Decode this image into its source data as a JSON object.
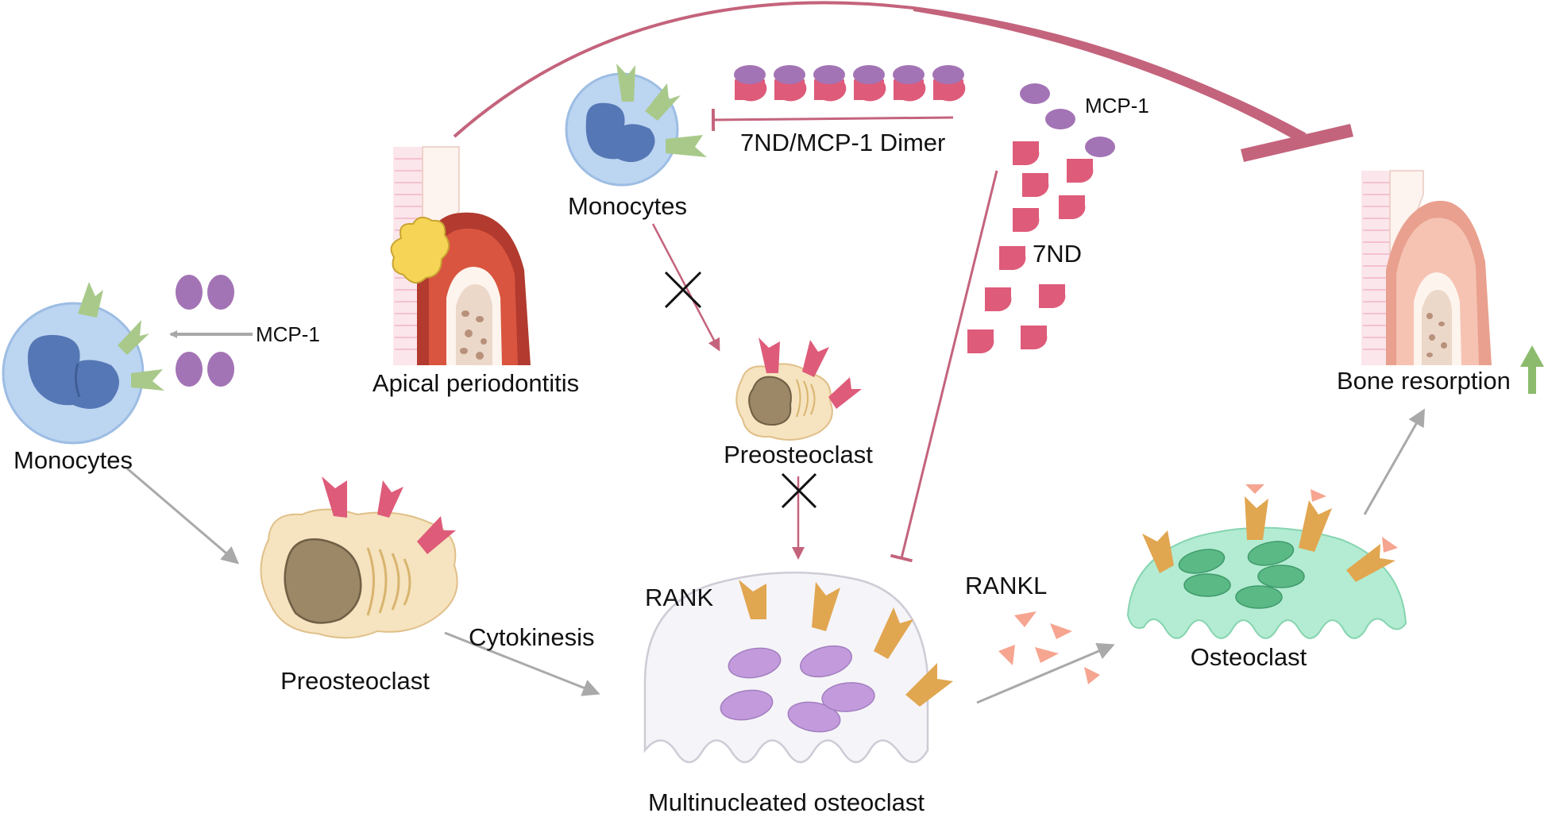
{
  "labels": {
    "apical_periodontitis": "Apical periodontitis",
    "monocytes_left": "Monocytes",
    "monocytes_top": "Monocytes",
    "mcp1_left": "MCP-1",
    "mcp1_right": "MCP-1",
    "dimer": "7ND/MCP-1 Dimer",
    "seven_nd": "7ND",
    "preosteoclast_top": "Preosteoclast",
    "preosteoclast_left": "Preosteoclast",
    "cytokinesis": "Cytokinesis",
    "rank": "RANK",
    "rankl": "RANKL",
    "multinucleated": "Multinucleated osteoclast",
    "osteoclast": "Osteoclast",
    "bone_resorption": "Bone resorption"
  },
  "colors": {
    "inhibit": "#c4637c",
    "arrow_gray": "#a9a9a9",
    "up_arrow": "#8dbb6e",
    "monocyte_cell": "#bcd5f1",
    "monocyte_nucleus": "#5677b5",
    "receptor_green": "#a9c98a",
    "mcp1_purple": "#a374b5",
    "seven_nd_pink": "#de5b7a",
    "preosteoclast_cell": "#f6e3bf",
    "preosteoclast_nucleus": "#9c8766",
    "rank_orange": "#e1a650",
    "osteoclast_green": "#b3ecd2",
    "nucleus_lilac": "#c39bdd"
  }
}
